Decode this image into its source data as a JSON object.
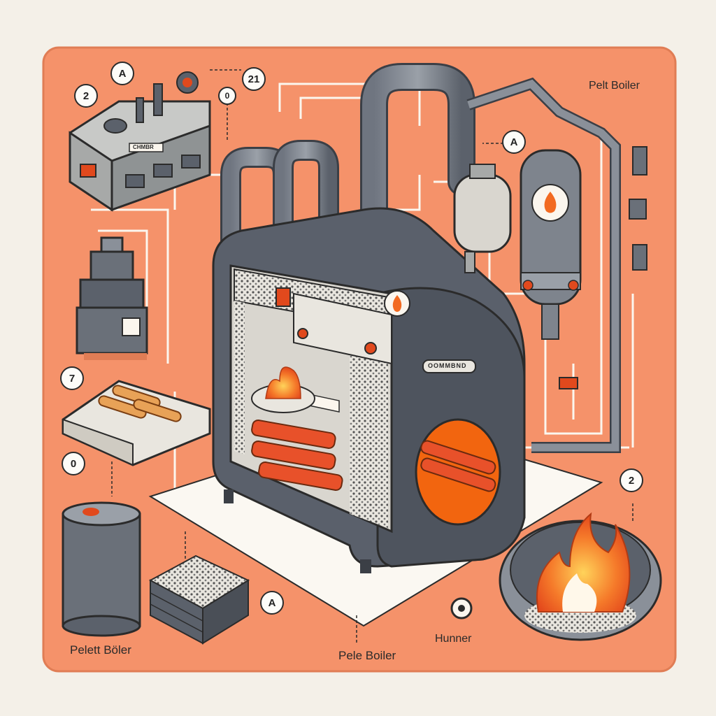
{
  "labels": {
    "top_right": "Pelt Boiler",
    "bottom_left": "Pelett Böler",
    "bottom_center": "Pele Boiler",
    "bottom_burner": "Hunner"
  },
  "plate_text": "OOMMBND",
  "panel_text": "CHMBR",
  "callouts": {
    "c1": "A",
    "c2": "2",
    "c3": "21",
    "c4": "0",
    "c5": "A",
    "c6": "2",
    "c7": "7",
    "c8": "0",
    "c9": "A"
  },
  "colors": {
    "background": "#f5926a",
    "frame": "#f4f0e8",
    "boiler": "#5a606b",
    "fire": "#f26a21",
    "outline": "#2b2b2b"
  }
}
